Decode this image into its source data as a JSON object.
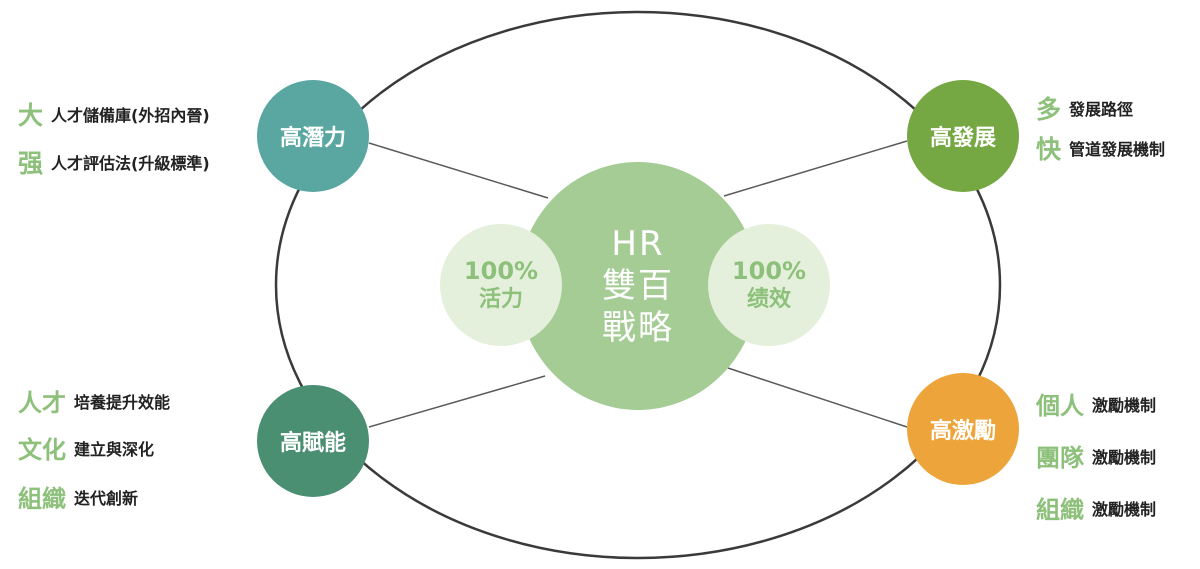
{
  "hub": {
    "title": "HR\n雙百\n戰略"
  },
  "metrics": {
    "vitality": {
      "value": "100%",
      "label": "活力"
    },
    "performance": {
      "value": "100%",
      "label": "绩效"
    }
  },
  "nodes": {
    "potential": "高潛力",
    "development": "高發展",
    "empower": "高賦能",
    "motivation": "高激勵"
  },
  "descriptions": {
    "potential": [
      {
        "key": "大",
        "text": "人才儲備庫(外招內晉)"
      },
      {
        "key": "强",
        "text": "人才評估法(升級標準)"
      }
    ],
    "development": [
      {
        "key": "多",
        "text": "發展路徑"
      },
      {
        "key": "快",
        "text": "管道發展機制"
      }
    ],
    "empower": [
      {
        "key": "人才",
        "text": "培養提升效能"
      },
      {
        "key": "文化",
        "text": "建立與深化"
      },
      {
        "key": "組織",
        "text": "迭代創新"
      }
    ],
    "motivation": [
      {
        "key": "個人",
        "text": "激勵機制"
      },
      {
        "key": "團隊",
        "text": "激勵機制"
      },
      {
        "key": "組織",
        "text": "激勵機制"
      }
    ]
  },
  "colors": {
    "hub": "#a4cc94",
    "metric_bg": "#e4f0db",
    "accent_text": "#8dc07a",
    "potential": "#5aa7a1",
    "development": "#75a742",
    "empower": "#4b8f72",
    "motivation": "#eda53b",
    "ring": "#3a3a3a"
  }
}
